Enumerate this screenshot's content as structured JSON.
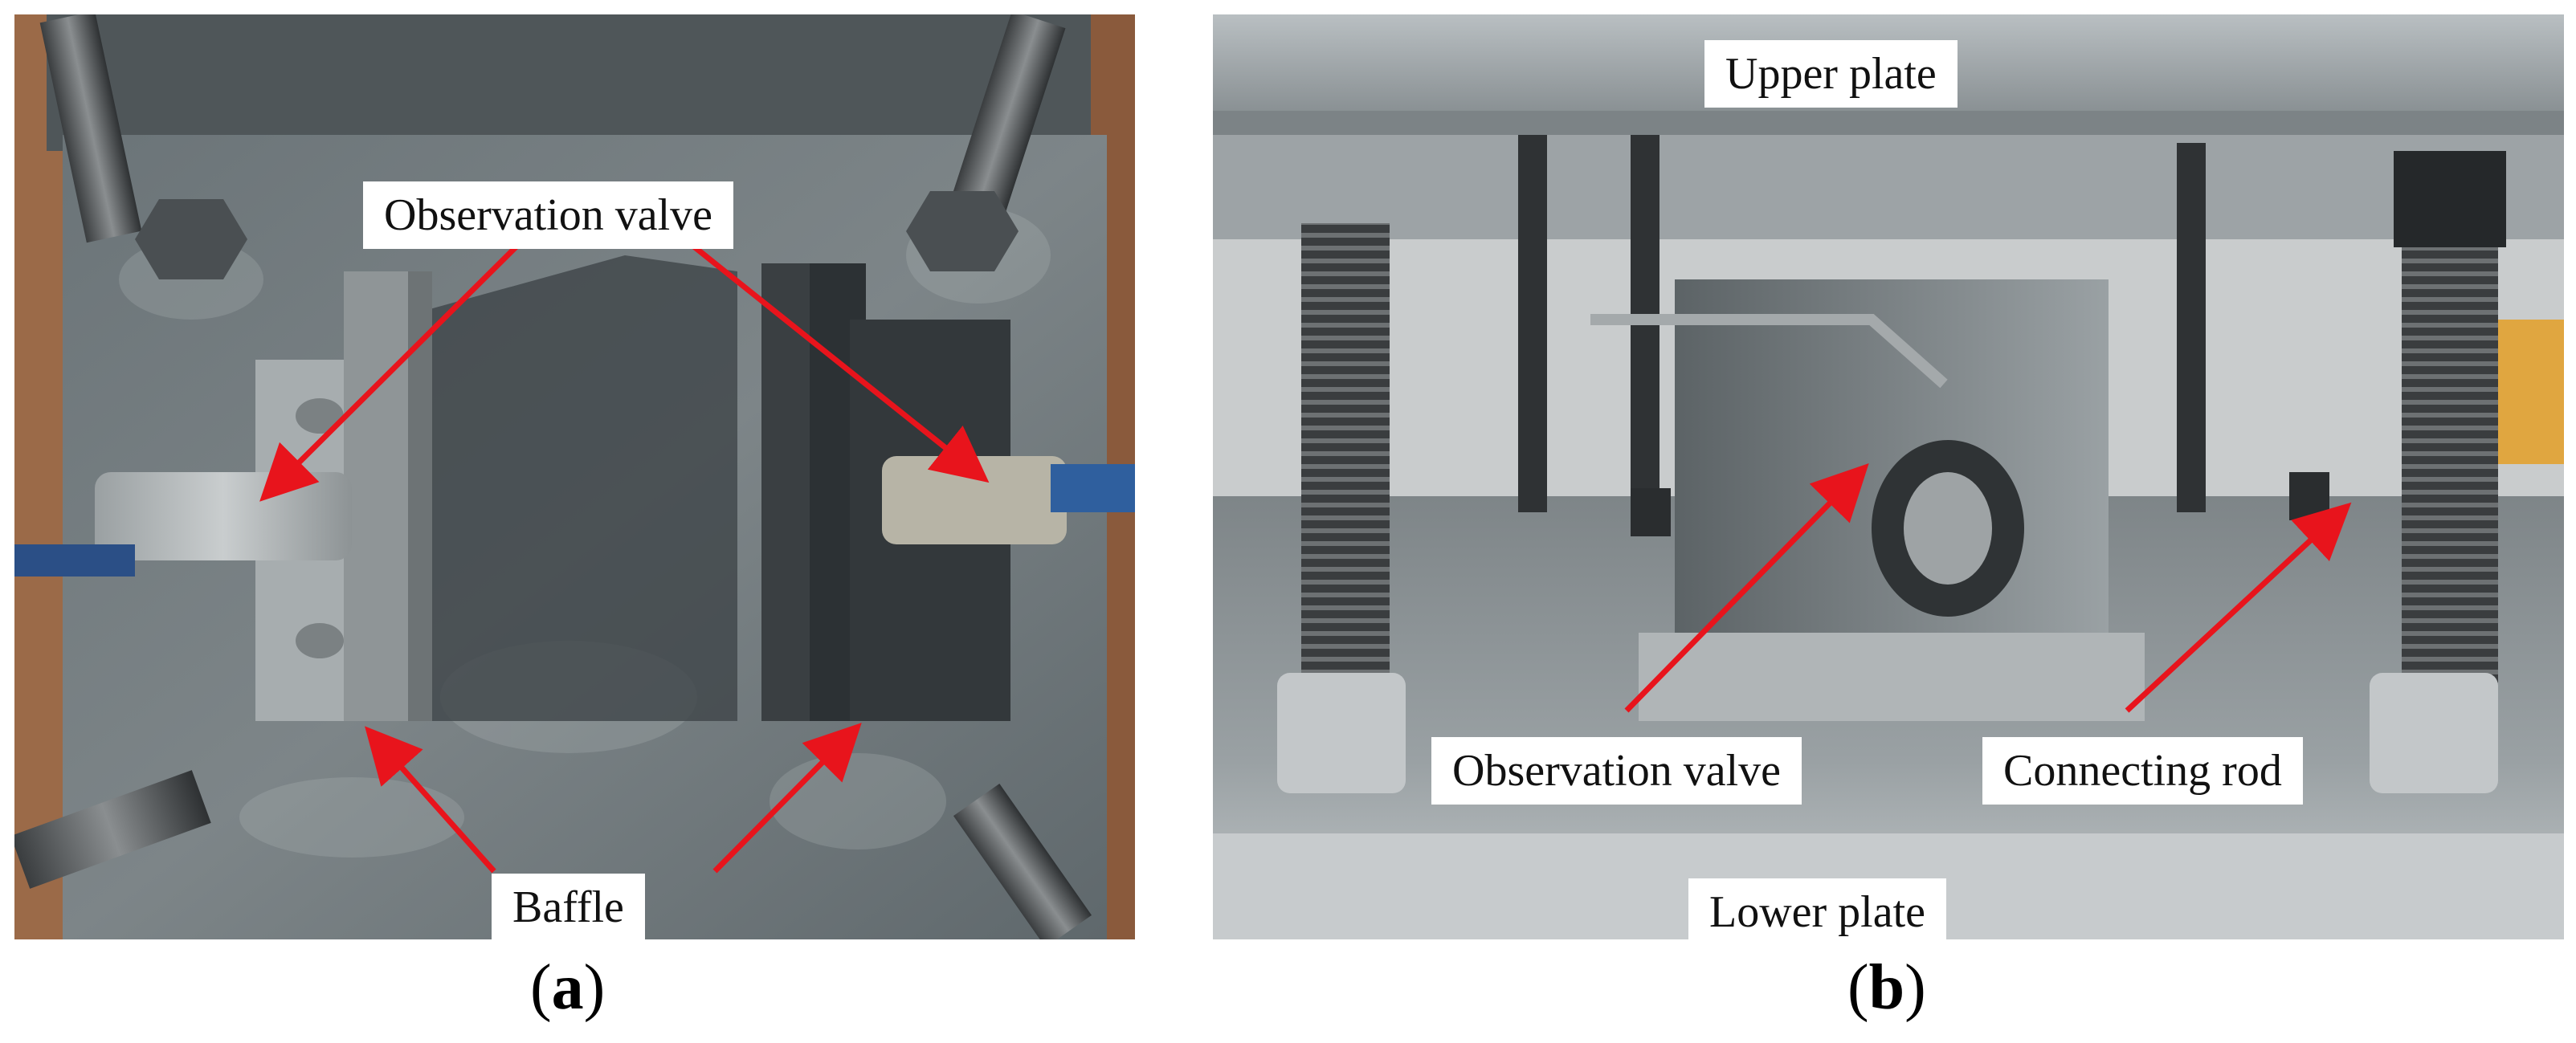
{
  "figure": {
    "panel_a": {
      "labels": {
        "observation_valve": "Observation valve",
        "baffle": "Baffle"
      },
      "caption_letter": "a"
    },
    "panel_b": {
      "labels": {
        "upper_plate": "Upper plate",
        "observation_valve": "Observation valve",
        "connecting_rod": "Connecting rod",
        "lower_plate": "Lower plate"
      },
      "caption_letter": "b"
    }
  },
  "colors": {
    "arrow": "#e8141c",
    "background": "#ffffff"
  }
}
